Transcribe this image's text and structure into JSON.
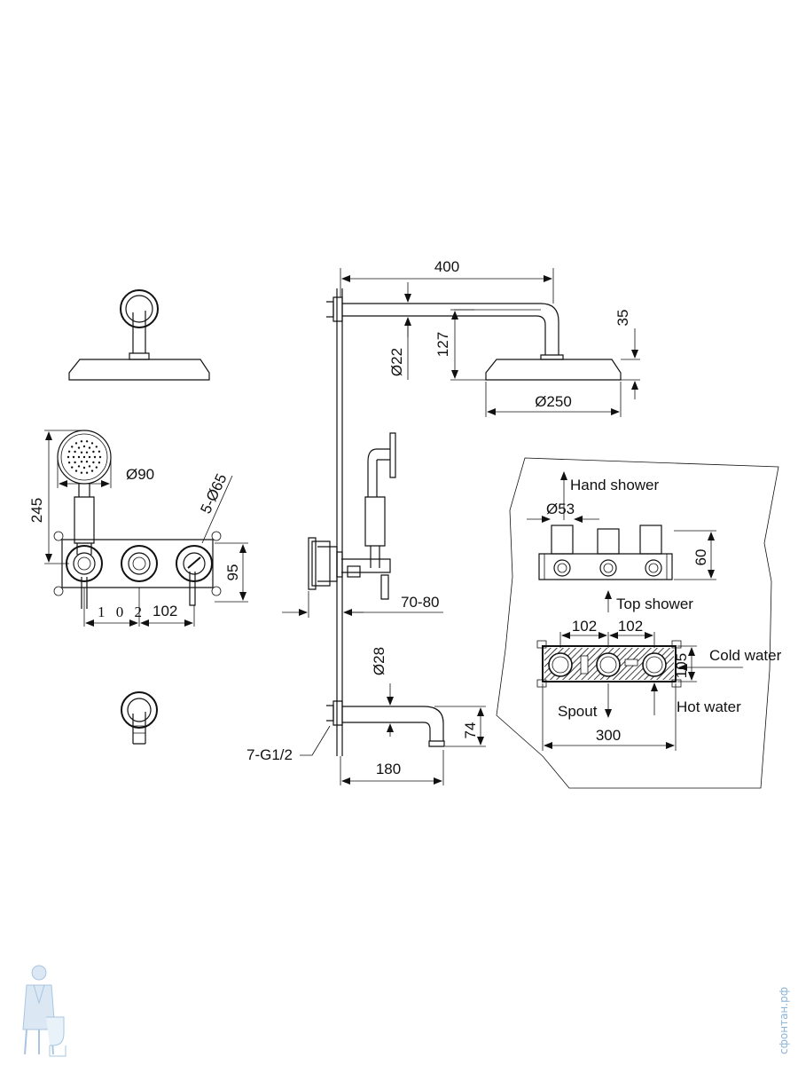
{
  "dimensions": {
    "arm_length": "400",
    "arm_diameter": "Ø22",
    "arm_drop": "127",
    "head_thickness": "35",
    "head_diameter": "Ø250",
    "hand_shower_height": "245",
    "hand_shower_diameter": "Ø90",
    "knob_diameter": "5-Ø65",
    "plate_height": "95",
    "knob_spacing_left": "1 0 2",
    "knob_spacing_right": "102",
    "wall_projection": "70-80",
    "spout_diameter": "Ø28",
    "thread": "7-G1/2",
    "spout_drop": "74",
    "spout_length": "180",
    "valve_diameter": "Ø53",
    "valve_height": "60",
    "valve_spacing_left": "102",
    "valve_spacing_right": "102",
    "box_height": "105",
    "box_width": "300"
  },
  "labels": {
    "hand_shower": "Hand shower",
    "top_shower": "Top shower",
    "cold_water": "Cold water",
    "hot_water": "Hot water",
    "spout": "Spout"
  },
  "watermark": {
    "text": "сфонтан.рф"
  },
  "colors": {
    "line": "#111111",
    "watermark": "#8bb4d8"
  }
}
